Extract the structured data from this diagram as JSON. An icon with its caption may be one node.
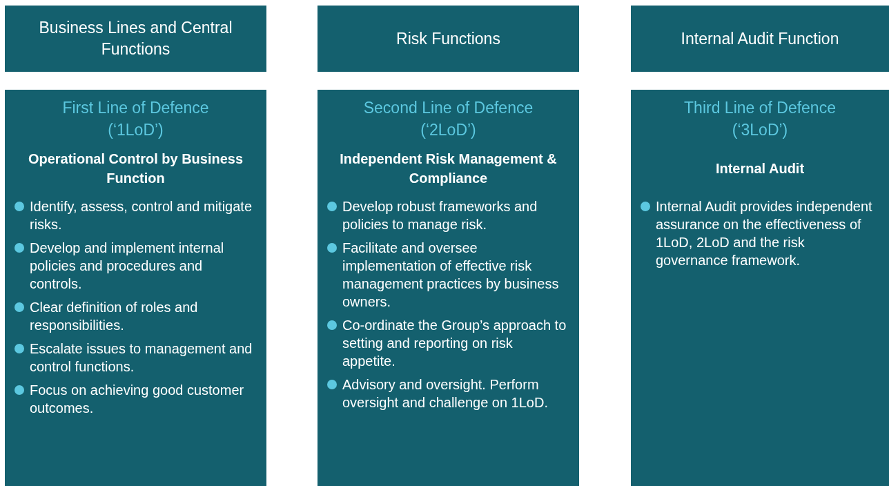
{
  "diagram": {
    "nodes": [
      {
        "text": [
          "Business Lines and Central Functions"
        ]
      },
      {
        "text": [
          "Risk Functions"
        ]
      },
      {
        "text": [
          "Internal Audit Function"
        ]
      },
      {
        "text": [
          "First Line of Defence (‘1LoD’)",
          "Operational Control by Business Function",
          "Identify, assess, control and mitigate risks.",
          "Develop and implement internal policies and procedures and controls.",
          "Clear definition of roles and responsibilities.",
          "Escalate issues to management and control functions.",
          "Focus on achieving good customer outcomes."
        ]
      },
      {
        "text": [
          "Second Line of Defence (‘2LoD’)",
          "Independent Risk Management & Compliance",
          "Develop robust frameworks and policies to manage risk.",
          "Facilitate and oversee implementation of effective risk management practices by business owners.",
          "Co-ordinate the Group’s approach to setting and reporting on risk appetite.",
          "Advisory and oversight. Perform oversight and challenge on 1LoD."
        ]
      },
      {
        "text": [
          "Third Line of Defence (‘3LoD’)",
          "Internal Audit",
          "Internal Audit provides independent assurance on the effectiveness of 1LoD, 2LoD and the risk governance framework."
        ]
      }
    ]
  }
}
